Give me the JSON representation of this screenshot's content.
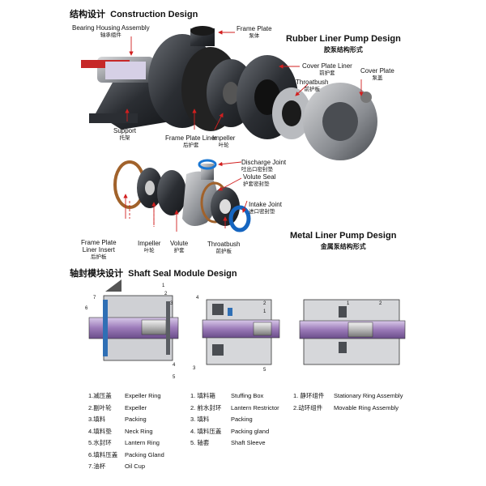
{
  "sections": {
    "construction": {
      "cn": "结构设计",
      "en": "Construction Design"
    },
    "shaft_seal": {
      "cn": "轴封模块设计",
      "en": "Shaft Seal Module Design"
    }
  },
  "rubber_title": {
    "en": "Rubber Liner Pump Design",
    "cn": "胶泵结构形式"
  },
  "metal_title": {
    "en": "Metal Liner Pump Design",
    "cn": "金属泵结构形式"
  },
  "labels": {
    "bearing_housing": {
      "en": "Bearing Housing Assembly",
      "cn": "轴承组件"
    },
    "frame_plate": {
      "en": "Frame Plate",
      "cn": "泵体"
    },
    "cover_plate_liner": {
      "en": "Cover Plate Liner",
      "cn": "前护套"
    },
    "cover_plate": {
      "en": "Cover Plate",
      "cn": "泵盖"
    },
    "throatbush_top": {
      "en": "Throatbush",
      "cn": "前护板"
    },
    "support": {
      "en": "Support",
      "cn": "托架"
    },
    "frame_plate_liner": {
      "en": "Frame Plate Liner",
      "cn": "后护套"
    },
    "impeller_top": {
      "en": "Impeller",
      "cn": "叶轮"
    },
    "discharge_joint": {
      "en": "Discharge Joint",
      "cn": "吐出口密封垫"
    },
    "volute_seal": {
      "en": "Volute Seal",
      "cn": "护套密封垫"
    },
    "intake_joint": {
      "en": "Intake Joint",
      "cn": "进口密封垫"
    },
    "fp_liner_insert": {
      "en1": "Frame Plate",
      "en2": "Liner Insert",
      "cn": "后护板"
    },
    "impeller_bot": {
      "en": "Impeller",
      "cn": "叶轮"
    },
    "volute": {
      "en": "Volute",
      "cn": "护套"
    },
    "throatbush_bot": {
      "en": "Throatbush",
      "cn": "前护板"
    }
  },
  "legend": {
    "col1": [
      {
        "cn": "1.减压盖",
        "en": "Expeller Ring"
      },
      {
        "cn": "2.副叶轮",
        "en": "Expeller"
      },
      {
        "cn": "3.填料",
        "en": "Packing"
      },
      {
        "cn": "4.填料垫",
        "en": "Neck Ring"
      },
      {
        "cn": "5.水封环",
        "en": "Lantern Ring"
      },
      {
        "cn": "6.填料压盖",
        "en": "Packing Gland"
      },
      {
        "cn": "7.油杯",
        "en": "Oil Cup"
      }
    ],
    "col2": [
      {
        "cn": "1. 填料箱",
        "en": "Stuffing Box"
      },
      {
        "cn": "2. 前水封环",
        "en": "Lantern Restrictor"
      },
      {
        "cn": "3. 填料",
        "en": "Packing"
      },
      {
        "cn": "4. 填料压盖",
        "en": "Packing gland"
      },
      {
        "cn": "5. 轴套",
        "en": "Shaft Sleeve"
      }
    ],
    "col3": [
      {
        "cn": "1. 静环组件",
        "en": "Stationary Ring Assembly"
      },
      {
        "cn": "2.动环组件",
        "en": "Movable Ring Assembly"
      }
    ]
  },
  "callouts": {
    "d1": [
      "1",
      "2",
      "3",
      "4",
      "5",
      "6",
      "7"
    ],
    "d2": [
      "1",
      "2",
      "3",
      "4",
      "5"
    ],
    "d3": [
      "1",
      "2"
    ]
  }
}
